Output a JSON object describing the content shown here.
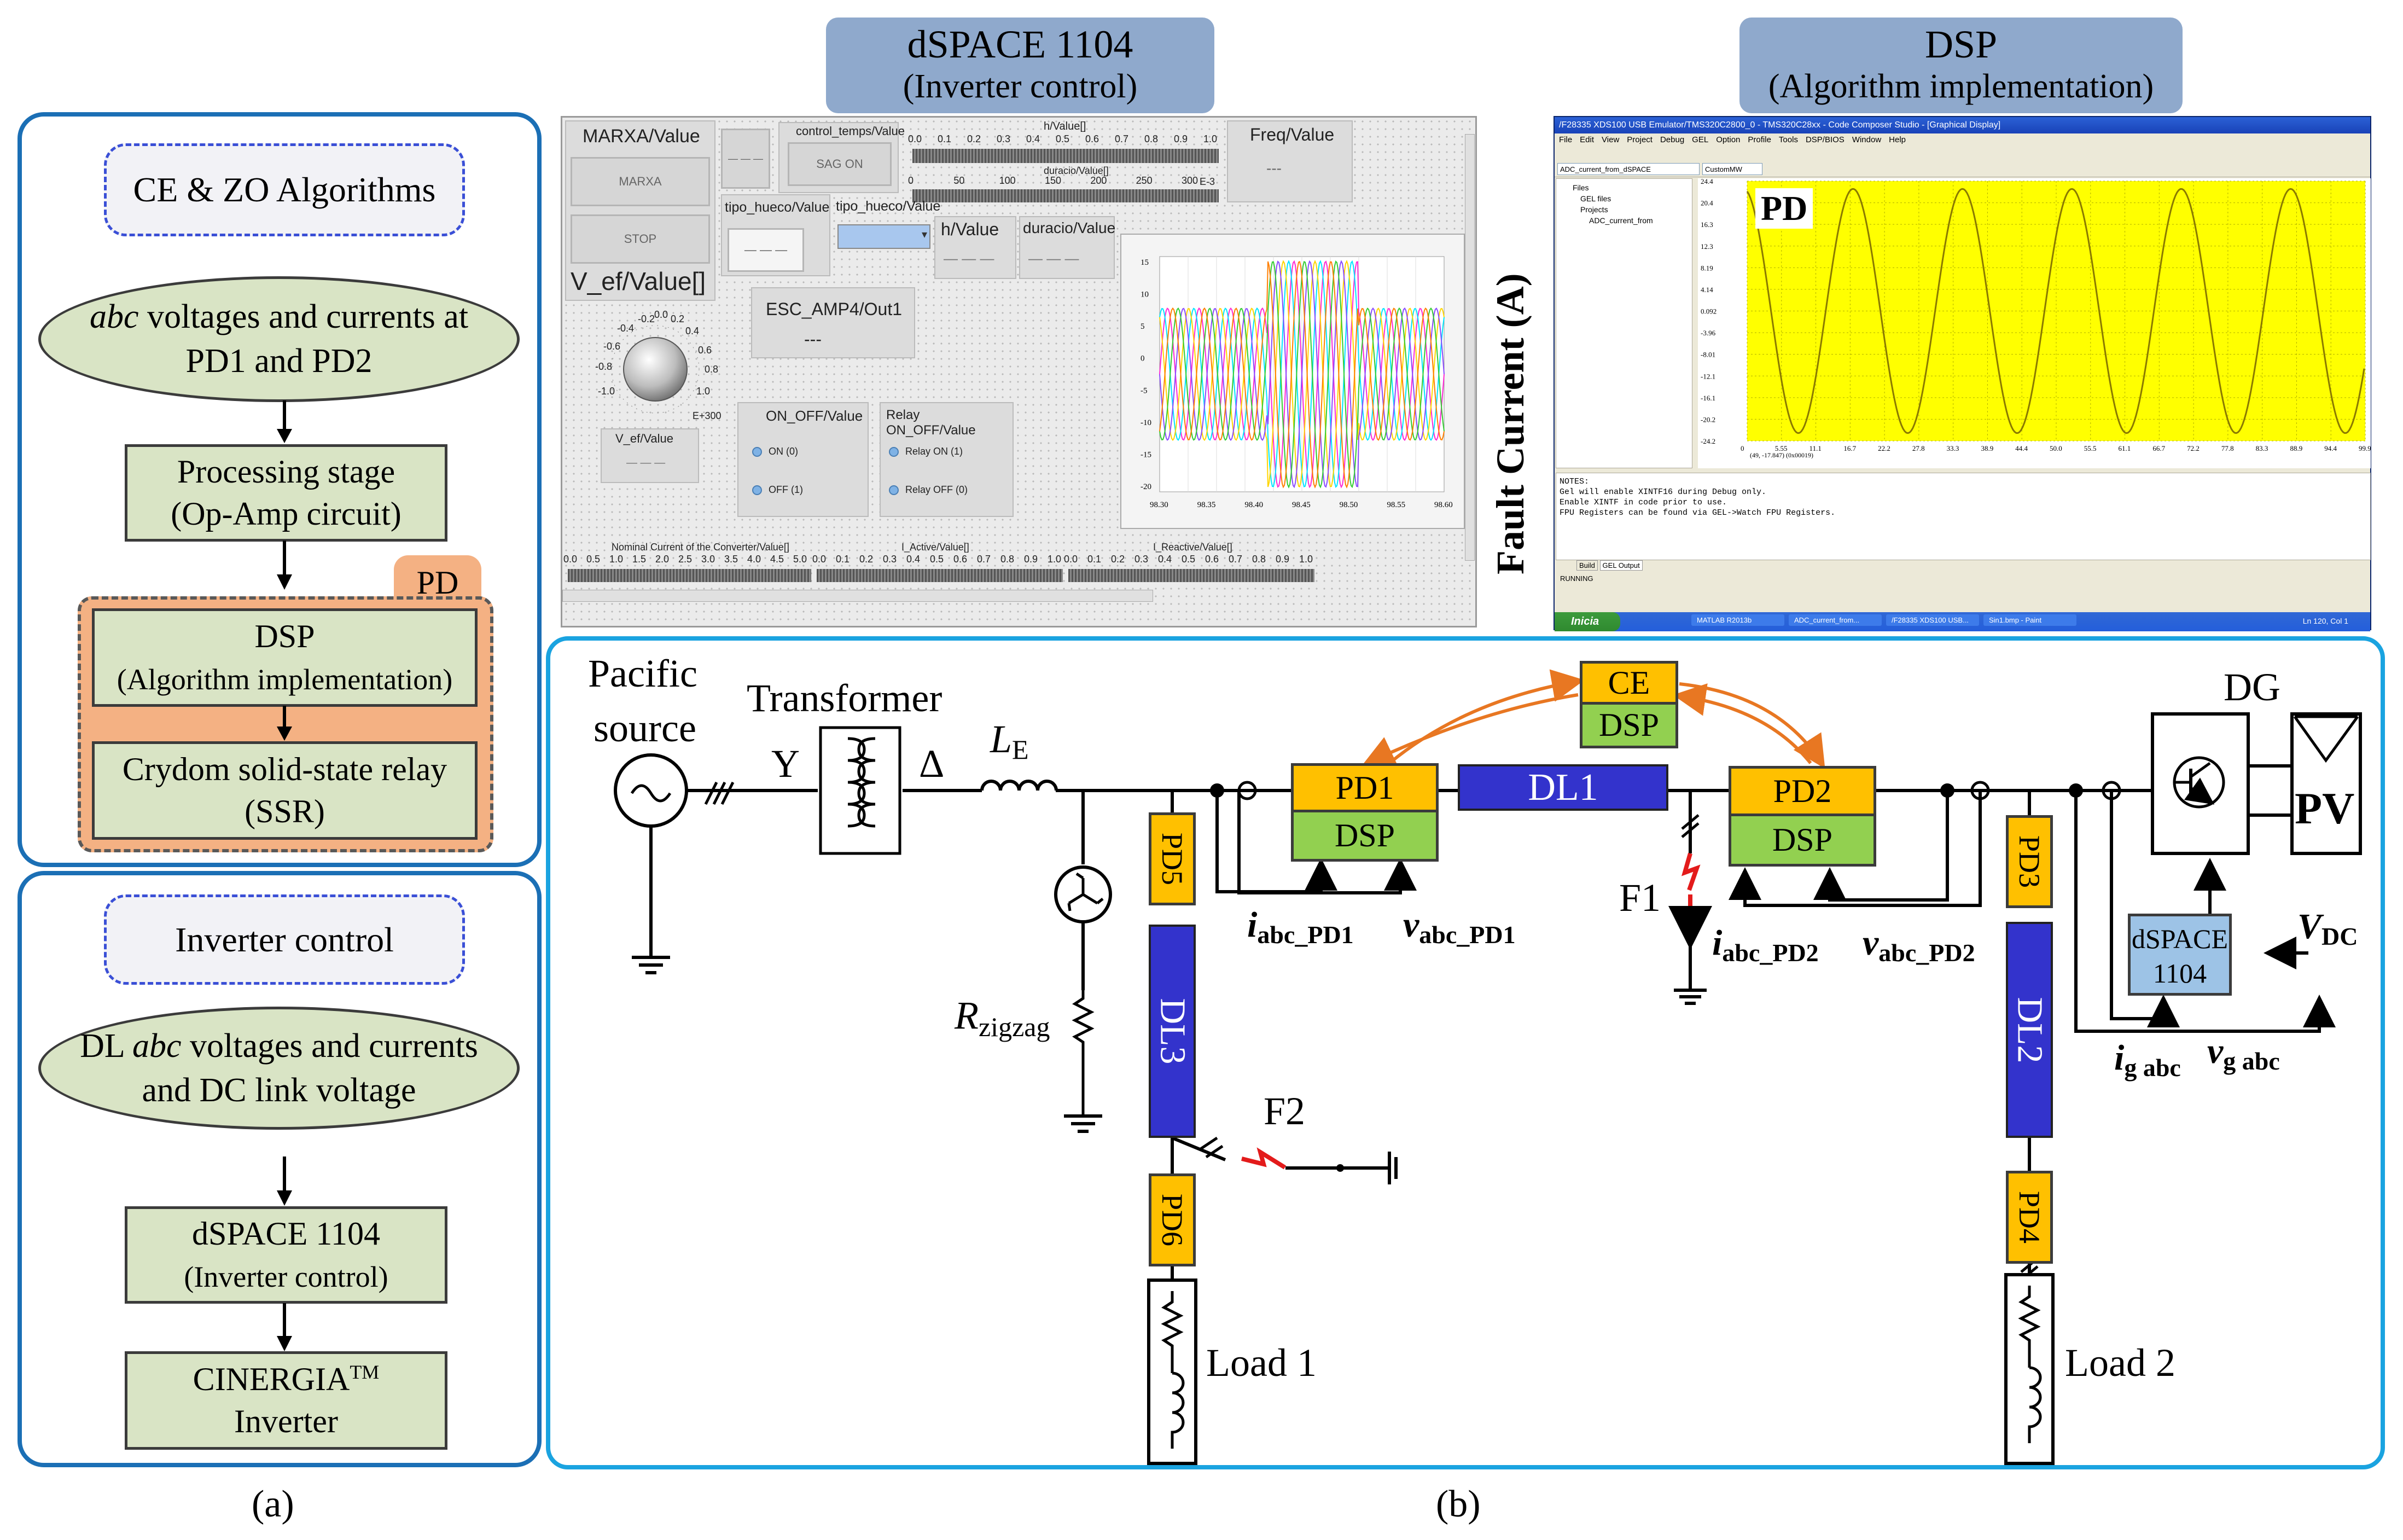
{
  "panel_a": {
    "caption": "(a)",
    "top": {
      "title": "CE & ZO Algorithms",
      "input_line1_italic": "abc",
      "input_line1_rest": " voltages and currents at",
      "input_line2": "PD1 and PD2",
      "processing_line1": "Processing stage",
      "processing_line2": "(Op-Amp circuit)",
      "pd_tag": "PD",
      "dsp_line1": "DSP",
      "dsp_line2": "(Algorithm implementation)",
      "relay_line1": "Crydom solid-state relay",
      "relay_line2": "(SSR)"
    },
    "bottom": {
      "title": "Inverter control",
      "input_line1_a": "DL ",
      "input_line1_italic": "abc",
      "input_line1_b": " voltages and currents",
      "input_line2": "and DC link voltage",
      "dspace_line1": "dSPACE 1104",
      "dspace_line2": "(Inverter control)",
      "inverter_line1": "CINERGIA",
      "inverter_tm": "TM",
      "inverter_line2": "Inverter"
    }
  },
  "header_dspace": {
    "title": "dSPACE 1104",
    "subtitle": "(Inverter control)"
  },
  "header_dsp": {
    "title": "DSP",
    "subtitle": "(Algorithm implementation)"
  },
  "dspace_screen": {
    "marxa_title": "MARXA/Value",
    "marxa_btn": "MARXA",
    "stop_btn": "STOP",
    "control_title": "control_temps/Value",
    "sag_btn": "SAG ON",
    "h_title": "h/Value[]",
    "h_ticks": [
      "0.0",
      "0.1",
      "0.2",
      "0.3",
      "0.4",
      "0.5",
      "0.6",
      "0.7",
      "0.8",
      "0.9",
      "1.0"
    ],
    "durac_title": "duracio/Value[]",
    "durac_ticks": [
      "0",
      "50",
      "100",
      "150",
      "200",
      "250",
      "300"
    ],
    "durac_exp": "E-3",
    "freq_title": "Freq/Value",
    "freq_val": "---",
    "tipo1": "tipo_hueco/Value",
    "tipo2": "tipo_hueco/Value",
    "h_value": "h/Value",
    "duracio_value": "duracio/Value",
    "vef_title": "V_ef/Value[]",
    "esc_title": "ESC_AMP4/Out1",
    "esc_val": "---",
    "knob_ticks": [
      "-0.2",
      "0.0",
      "0.2",
      "-0.4",
      "0.4",
      "-0.6",
      "0.6",
      "-0.8",
      "0.8",
      "-1.0",
      "1.0"
    ],
    "knob_exp": "E+300",
    "vef_small": "V_ef/Value",
    "onoff_title": "ON_OFF/Value",
    "on_lbl": "ON (0)",
    "off_lbl": "OFF (1)",
    "relay_title": "Relay ON_OFF/Value",
    "relay_on": "Relay ON (1)",
    "relay_off": "Relay OFF (0)",
    "nominal_title": "Nominal Current of the Converter/Value[]",
    "nominal_ticks": [
      "0.0",
      "0.5",
      "1.0",
      "1.5",
      "2.0",
      "2.5",
      "3.0",
      "3.5",
      "4.0",
      "4.5",
      "5.0"
    ],
    "iactive_title": "I_Active/Value[]",
    "ireactive_title": "I_Reactive/Value[]",
    "unit_ticks": [
      "0.0",
      "0.1",
      "0.2",
      "0.3",
      "0.4",
      "0.5",
      "0.6",
      "0.7",
      "0.8",
      "0.9",
      "1.0"
    ],
    "plot_x_ticks": [
      "98.30",
      "98.35",
      "98.40",
      "98.45",
      "98.50",
      "98.55",
      "98.60"
    ],
    "plot_y_ticks": [
      "15",
      "10",
      "5",
      "0",
      "-5",
      "-10",
      "-15",
      "-20"
    ]
  },
  "dsp_screen": {
    "titlebar": "/F28335 XDS100 USB Emulator/TMS320C2800_0 - TMS320C28xx - Code Composer Studio - [Graphical Display]",
    "menu": [
      "File",
      "Edit",
      "View",
      "Project",
      "Debug",
      "GEL",
      "Option",
      "Profile",
      "Tools",
      "DSP/BIOS",
      "Window",
      "Help"
    ],
    "combo": "ADC_current_from_dSPACE",
    "combo2": "CustomMW",
    "tree": [
      "Files",
      "GEL files",
      "Projects",
      "ADC_current_from"
    ],
    "plot_label": "PD",
    "y_axis_label": "Fault Current (A)",
    "y_ticks": [
      "24.4",
      "20.4",
      "16.3",
      "12.3",
      "8.19",
      "4.14",
      "0.092",
      "-3.96",
      "-8.01",
      "-12.1",
      "-16.1",
      "-20.2",
      "-24.2"
    ],
    "x_ticks": [
      "0",
      "5.55",
      "11.1",
      "16.7",
      "22.2",
      "27.8",
      "33.3",
      "38.9",
      "44.4",
      "50.0",
      "55.5",
      "61.1",
      "66.7",
      "72.2",
      "77.8",
      "83.3",
      "88.9",
      "94.4",
      "99.9"
    ],
    "status": "(49, -17.847) (0x00019)",
    "notes": [
      "NOTES:",
      "Gel will enable XINTF16 during Debug only.",
      "Enable XINTF in code prior to use.",
      "FPU Registers can be found via GEL->Watch FPU Registers."
    ],
    "tabs": [
      "Build",
      "GEL Output"
    ],
    "running": "RUNNING",
    "taskbar_start": "Inicia",
    "taskbar_items": [
      "MATLAB R2013b",
      "ADC_current_from...",
      "/F28335 XDS100 USB...",
      "Sin1.bmp - Paint"
    ],
    "clock": "Ln 120, Col 1"
  },
  "panel_b": {
    "caption": "(b)",
    "pacific": "Pacific",
    "source": "source",
    "transformer": "Transformer",
    "y_sym": "Y",
    "delta_sym": "Δ",
    "le": "L",
    "le_sub": "E",
    "rz": "R",
    "rz_sub": "zigzag",
    "ce": "CE",
    "dsp": "DSP",
    "pd1": "PD1",
    "pd2": "PD2",
    "pd3": "PD3",
    "pd4": "PD4",
    "pd5": "PD5",
    "pd6": "PD6",
    "dl1": "DL1",
    "dl2": "DL2",
    "dl3": "DL3",
    "f1": "F1",
    "f2": "F2",
    "i_pd1": "i",
    "i_pd1_sub": "abc_PD1",
    "v_pd1": "v",
    "v_pd1_sub": "abc_PD1",
    "i_pd2": "i",
    "i_pd2_sub": "abc_PD2",
    "v_pd2": "v",
    "v_pd2_sub": "abc_PD2",
    "dg": "DG",
    "pv": "PV",
    "dspace1": "dSPACE",
    "dspace2": "1104",
    "vdc": "V",
    "vdc_sub": "DC",
    "ig": "i",
    "ig_sub": "g abc",
    "vg": "v",
    "vg_sub": "g abc",
    "load1": "Load 1",
    "load2": "Load 2"
  },
  "colors": {
    "panel_border": "#1b6fb5",
    "panel_b_border": "#1aa3e0",
    "green_box": "#d9e4c5",
    "pd_orange": "#f4b183",
    "header_blue": "#8fa9cc",
    "pd_yellow": "#ffc000",
    "dsp_green": "#92d050",
    "dl_blue": "#3333cc",
    "dspace_blue": "#9dc3e6",
    "arrow_orange": "#e87722",
    "fault_red": "#e31b1b",
    "plot_yellow": "#ffff00"
  },
  "icons": [
    "ac-source-icon",
    "transformer-icon",
    "inductor-icon",
    "zigzag-transformer-icon",
    "resistor-icon",
    "ground-icon",
    "fault-icon",
    "load-icon",
    "igbt-icon",
    "pv-icon",
    "knob-icon"
  ]
}
